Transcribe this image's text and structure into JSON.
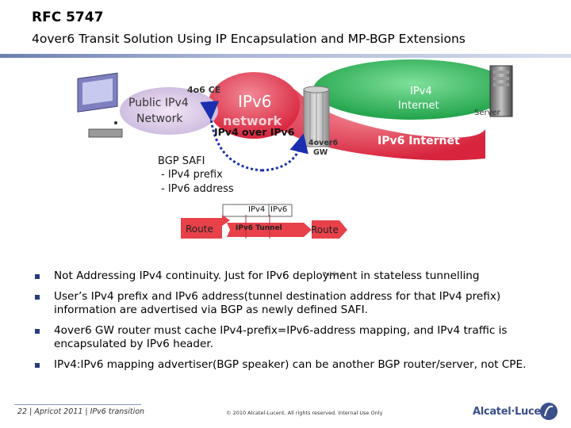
{
  "header": {
    "line1": "RFC 5747",
    "line2": "4over6 Transit Solution Using IP Encapsulation and MP-BGP Extensions"
  },
  "diagram": {
    "public_ipv4_network": [
      "Public IPv4",
      "Network"
    ],
    "ce_label": "4o6 CE",
    "ipv6_network": "IPv6",
    "ipv6_network_sub": "network",
    "ipv4_over_ipv6": "IPv4 over IPv6",
    "ipv4_internet": [
      "IPv4",
      "Internet"
    ],
    "ipv6_internet": "IPv6 Internet",
    "server": "Server",
    "gw": [
      "4over6",
      "GW"
    ],
    "bgp_safi": [
      "BGP SAFI",
      "- IPv4 prefix",
      "- IPv6 address"
    ],
    "packet_ipv4": "IPv4",
    "packet_ipv6": "IPv6",
    "route_left": "Route",
    "tunnel": "IPv6 Tunnel",
    "route_right": "Route",
    "tiny_label": "Public 1",
    "colors": {
      "ipv6_blob": "#e3324a",
      "ipv4_internet": "#2fb55a",
      "dashed_arrow": "#1a2fb0",
      "route": "#e8414a"
    }
  },
  "bullets": [
    {
      "text": "Not Addressing IPv4 continuity.   Just for IPv6 deployment in stateless tunnelling"
    },
    {
      "text": "User’s IPv4 prefix and IPv6 address(tunnel destination address for that IPv4 prefix) information are advertised via BGP as newly defined SAFI."
    },
    {
      "text": "4over6 GW router must cache IPv4-prefix=IPv6-address mapping, and IPv4 traffic is encapsulated by IPv6 header."
    },
    {
      "text": "IPv4:IPv6 mapping advertiser(BGP speaker) can be another BGP router/server, not CPE."
    }
  ],
  "footer": {
    "left": "22 | Apricot 2011 | IPv6 transition",
    "mid": "© 2010 Alcatel-Lucent. All rights reserved. Internal Use Only",
    "logo": "Alcatel·Lucent"
  }
}
